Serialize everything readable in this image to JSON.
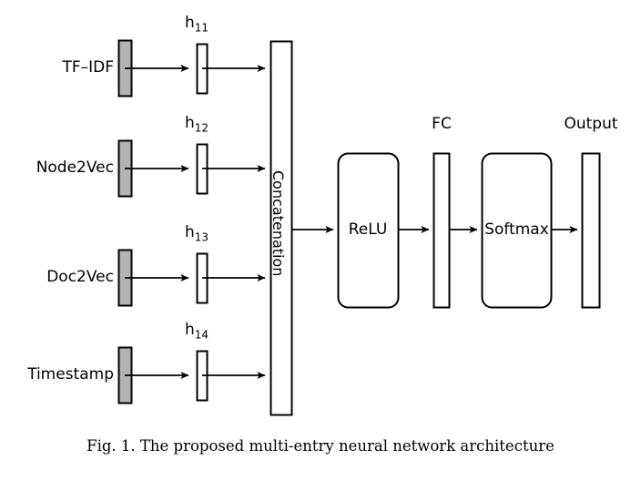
{
  "figure": {
    "caption": "Fig. 1.  The proposed multi-entry neural network architecture",
    "inputs": [
      {
        "label": "TF–IDF",
        "hidden_label": "h",
        "hidden_sub": "11"
      },
      {
        "label": "Node2Vec",
        "hidden_label": "h",
        "hidden_sub": "12"
      },
      {
        "label": "Doc2Vec",
        "hidden_label": "h",
        "hidden_sub": "13"
      },
      {
        "label": "Timestamp",
        "hidden_label": "h",
        "hidden_sub": "14"
      }
    ],
    "concat_label": "Concatenation",
    "relu_label": "ReLU",
    "fc_label": "FC",
    "softmax_label": "Softmax",
    "output_label": "Output",
    "colors": {
      "input_bar_fill": "#b3b3b3",
      "stroke": "#000000",
      "block_fill": "#ffffff",
      "background": "#ffffff"
    }
  }
}
